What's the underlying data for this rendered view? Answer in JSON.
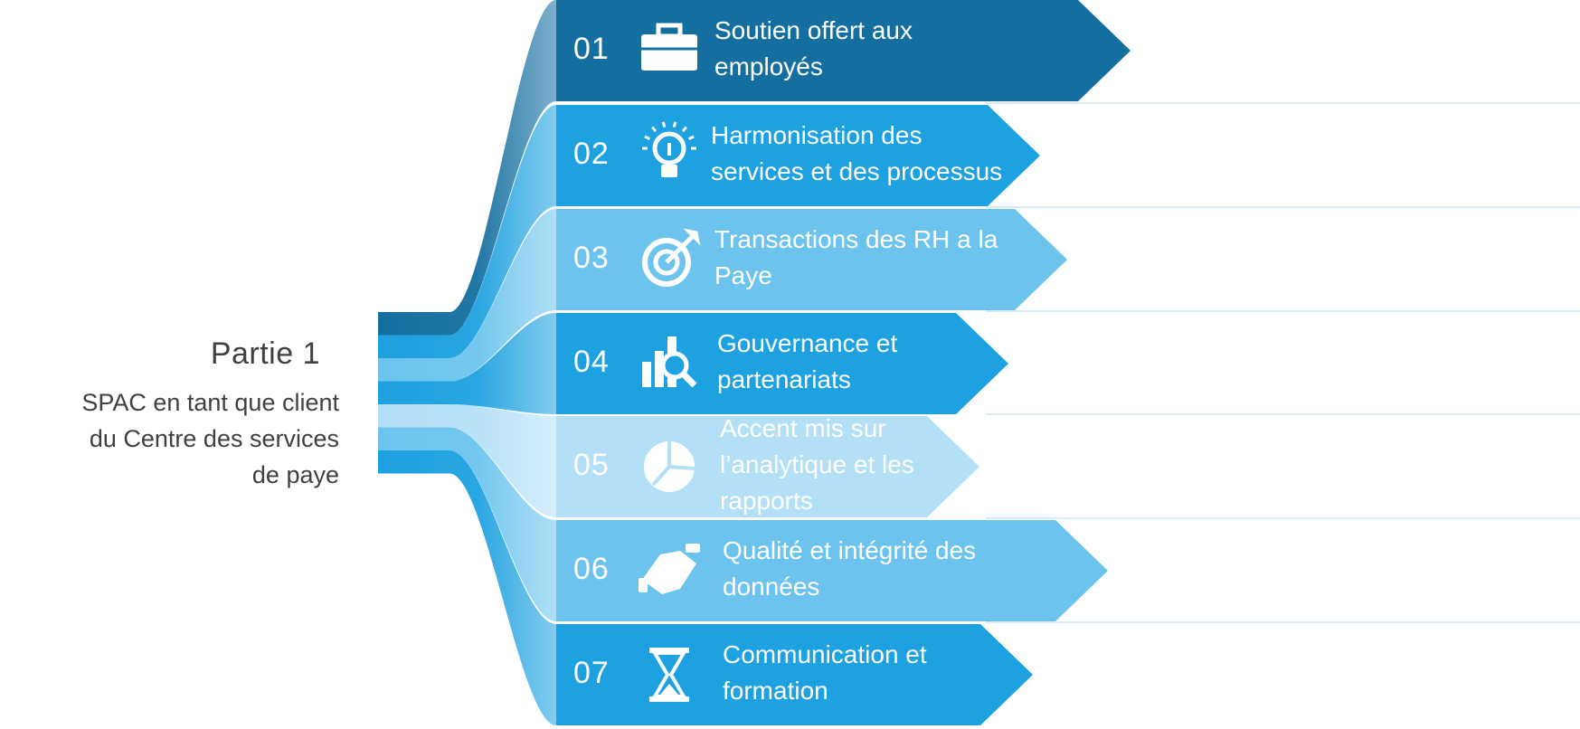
{
  "left_panel": {
    "title": "Partie 1",
    "subtitle_lines": [
      "SPAC en tant que client",
      "du Centre des services",
      "de paye"
    ]
  },
  "colors": {
    "dark": "#146fa0",
    "mid": "#1da1e0",
    "light": "#6cc4ee",
    "pale": "#b4e0f7",
    "text_gray": "#404040",
    "row_line": "#d6ecf8"
  },
  "items": [
    {
      "number": "01",
      "text": "Soutien offert aux\nemployés",
      "icon": "briefcase-icon",
      "color": "#146fa0"
    },
    {
      "number": "02",
      "text": "Harmonisation des\nservices et des processus",
      "icon": "lightbulb-icon",
      "color": "#1da1e0"
    },
    {
      "number": "03",
      "text": "Transactions des RH a la\nPaye",
      "icon": "target-icon",
      "color": "#6cc4ee"
    },
    {
      "number": "04",
      "text": "Gouvernance et\npartenariats",
      "icon": "chart-search-icon",
      "color": "#1da1e0"
    },
    {
      "number": "05",
      "text": "Accent mis sur\nl’analytique et les\nrapports",
      "icon": "pie-chart-icon",
      "color": "#b4e0f7"
    },
    {
      "number": "06",
      "text": "Qualité et intégrité des\ndonnées",
      "icon": "handshake-icon",
      "color": "#6cc4ee"
    },
    {
      "number": "07",
      "text": "Communication et\nformation",
      "icon": "hourglass-icon",
      "color": "#1da1e0"
    }
  ]
}
